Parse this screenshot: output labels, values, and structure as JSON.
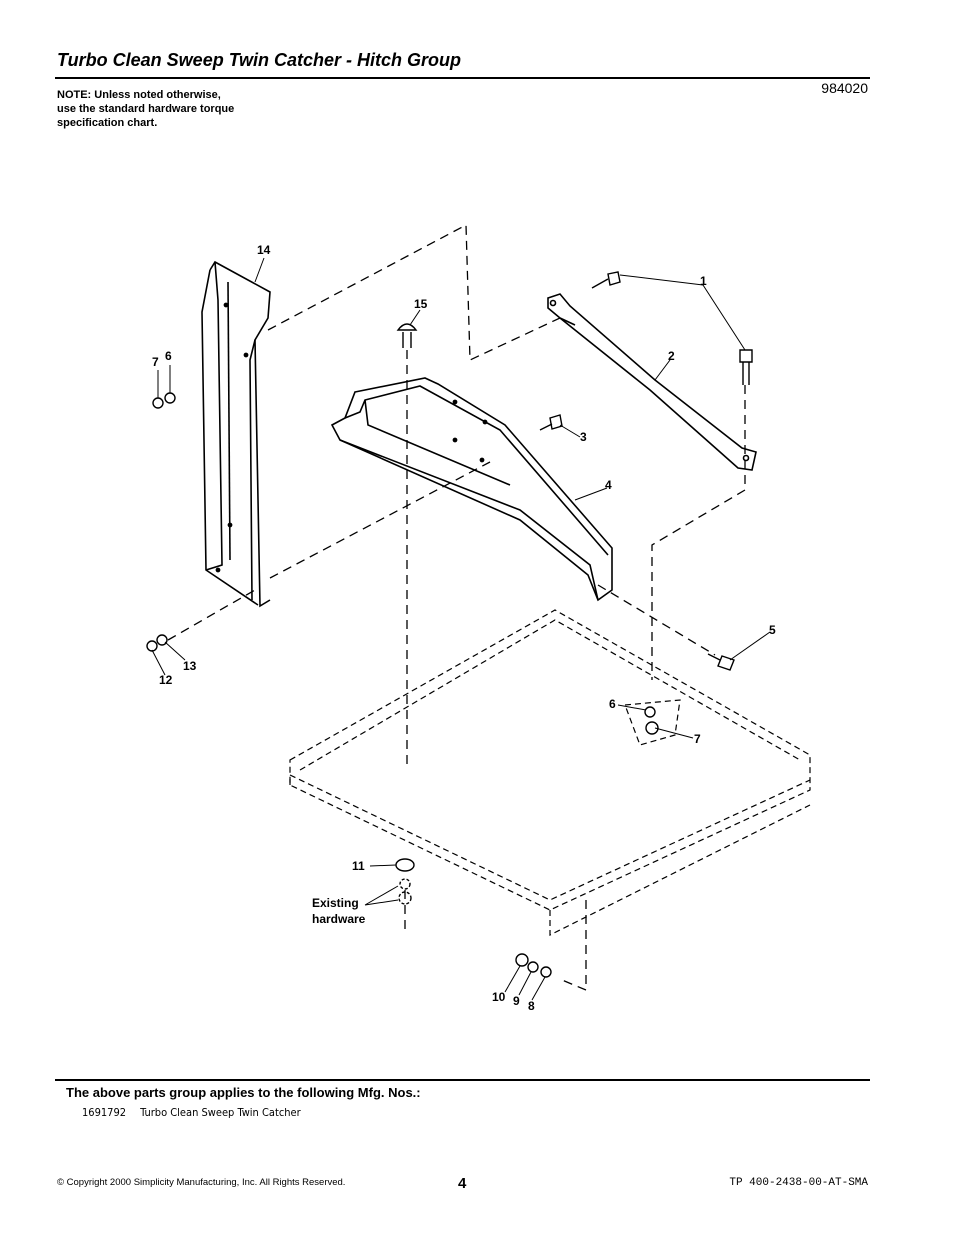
{
  "header": {
    "title": "Turbo Clean Sweep Twin Catcher - Hitch Group",
    "part_number": "984020",
    "note_lines": [
      "NOTE: Unless noted otherwise,",
      "use the standard hardware torque",
      "specification chart."
    ]
  },
  "diagram": {
    "callouts": [
      "1",
      "2",
      "3",
      "4",
      "5",
      "6",
      "7",
      "8",
      "9",
      "10",
      "11",
      "12",
      "13",
      "14",
      "15",
      "7",
      "6"
    ],
    "existing_label_lines": [
      "Existing",
      "hardware"
    ]
  },
  "footer": {
    "applies_heading": "The above parts group applies to the following Mfg. Nos.:",
    "mfg_number": "1691792",
    "mfg_description": "Turbo Clean Sweep Twin Catcher",
    "copyright": "© Copyright 2000 Simplicity Manufacturing, Inc. All Rights Reserved.",
    "page_number": "4",
    "doc_number": "TP 400-2438-00-AT-SMA"
  }
}
